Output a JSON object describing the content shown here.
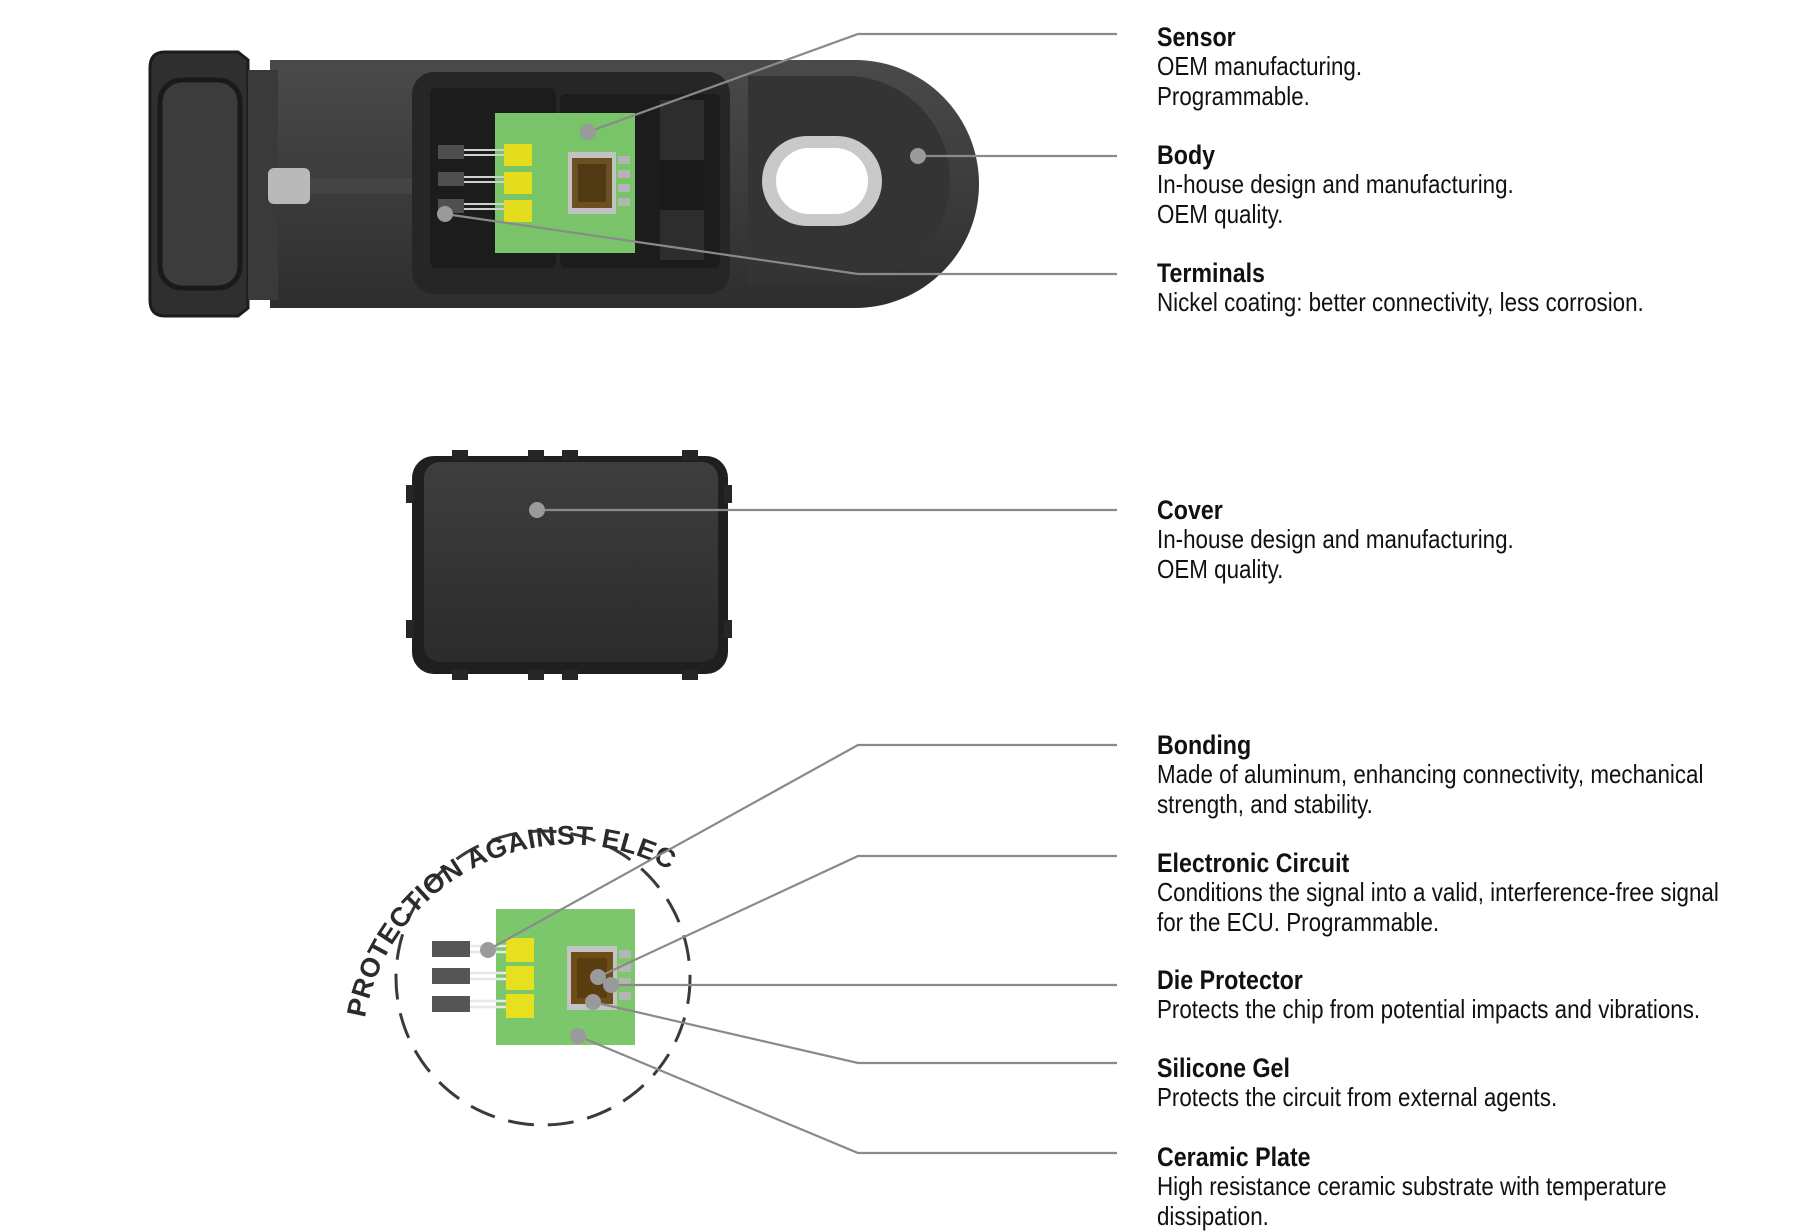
{
  "diagram": {
    "arc_text": "PROTECTION AGAINST ELECTROLYSIS",
    "colors": {
      "housing": "#3a3a3a",
      "housing_dark": "#222222",
      "pcb_green": "#7cc66b",
      "pad_yellow": "#e6e020",
      "die_brown": "#6b4a14",
      "leader": "#8a8a8a",
      "dot": "#9a9a9a"
    },
    "callouts": [
      {
        "key": "sensor",
        "title": "Sensor",
        "lines": [
          "OEM manufacturing.",
          "Programmable."
        ]
      },
      {
        "key": "body",
        "title": "Body",
        "lines": [
          "In-house design and manufacturing.",
          "OEM quality."
        ]
      },
      {
        "key": "terminals",
        "title": "Terminals",
        "lines": [
          "Nickel coating: better connectivity, less corrosion."
        ]
      },
      {
        "key": "cover",
        "title": "Cover",
        "lines": [
          "In-house design and manufacturing.",
          "OEM quality."
        ]
      },
      {
        "key": "bonding",
        "title": "Bonding",
        "lines": [
          "Made of aluminum, enhancing connectivity, mechanical",
          "strength, and stability."
        ]
      },
      {
        "key": "electronic-circuit",
        "title": "Electronic Circuit",
        "lines": [
          "Conditions the signal into a valid, interference-free signal",
          "for the ECU. Programmable."
        ]
      },
      {
        "key": "die-protector",
        "title": "Die Protector",
        "lines": [
          "Protects the chip from potential impacts and vibrations."
        ]
      },
      {
        "key": "silicone-gel",
        "title": "Silicone Gel",
        "lines": [
          "Protects the circuit from external agents."
        ]
      },
      {
        "key": "ceramic-plate",
        "title": "Ceramic Plate",
        "lines": [
          "High resistance ceramic substrate with temperature",
          "dissipation."
        ]
      }
    ]
  }
}
